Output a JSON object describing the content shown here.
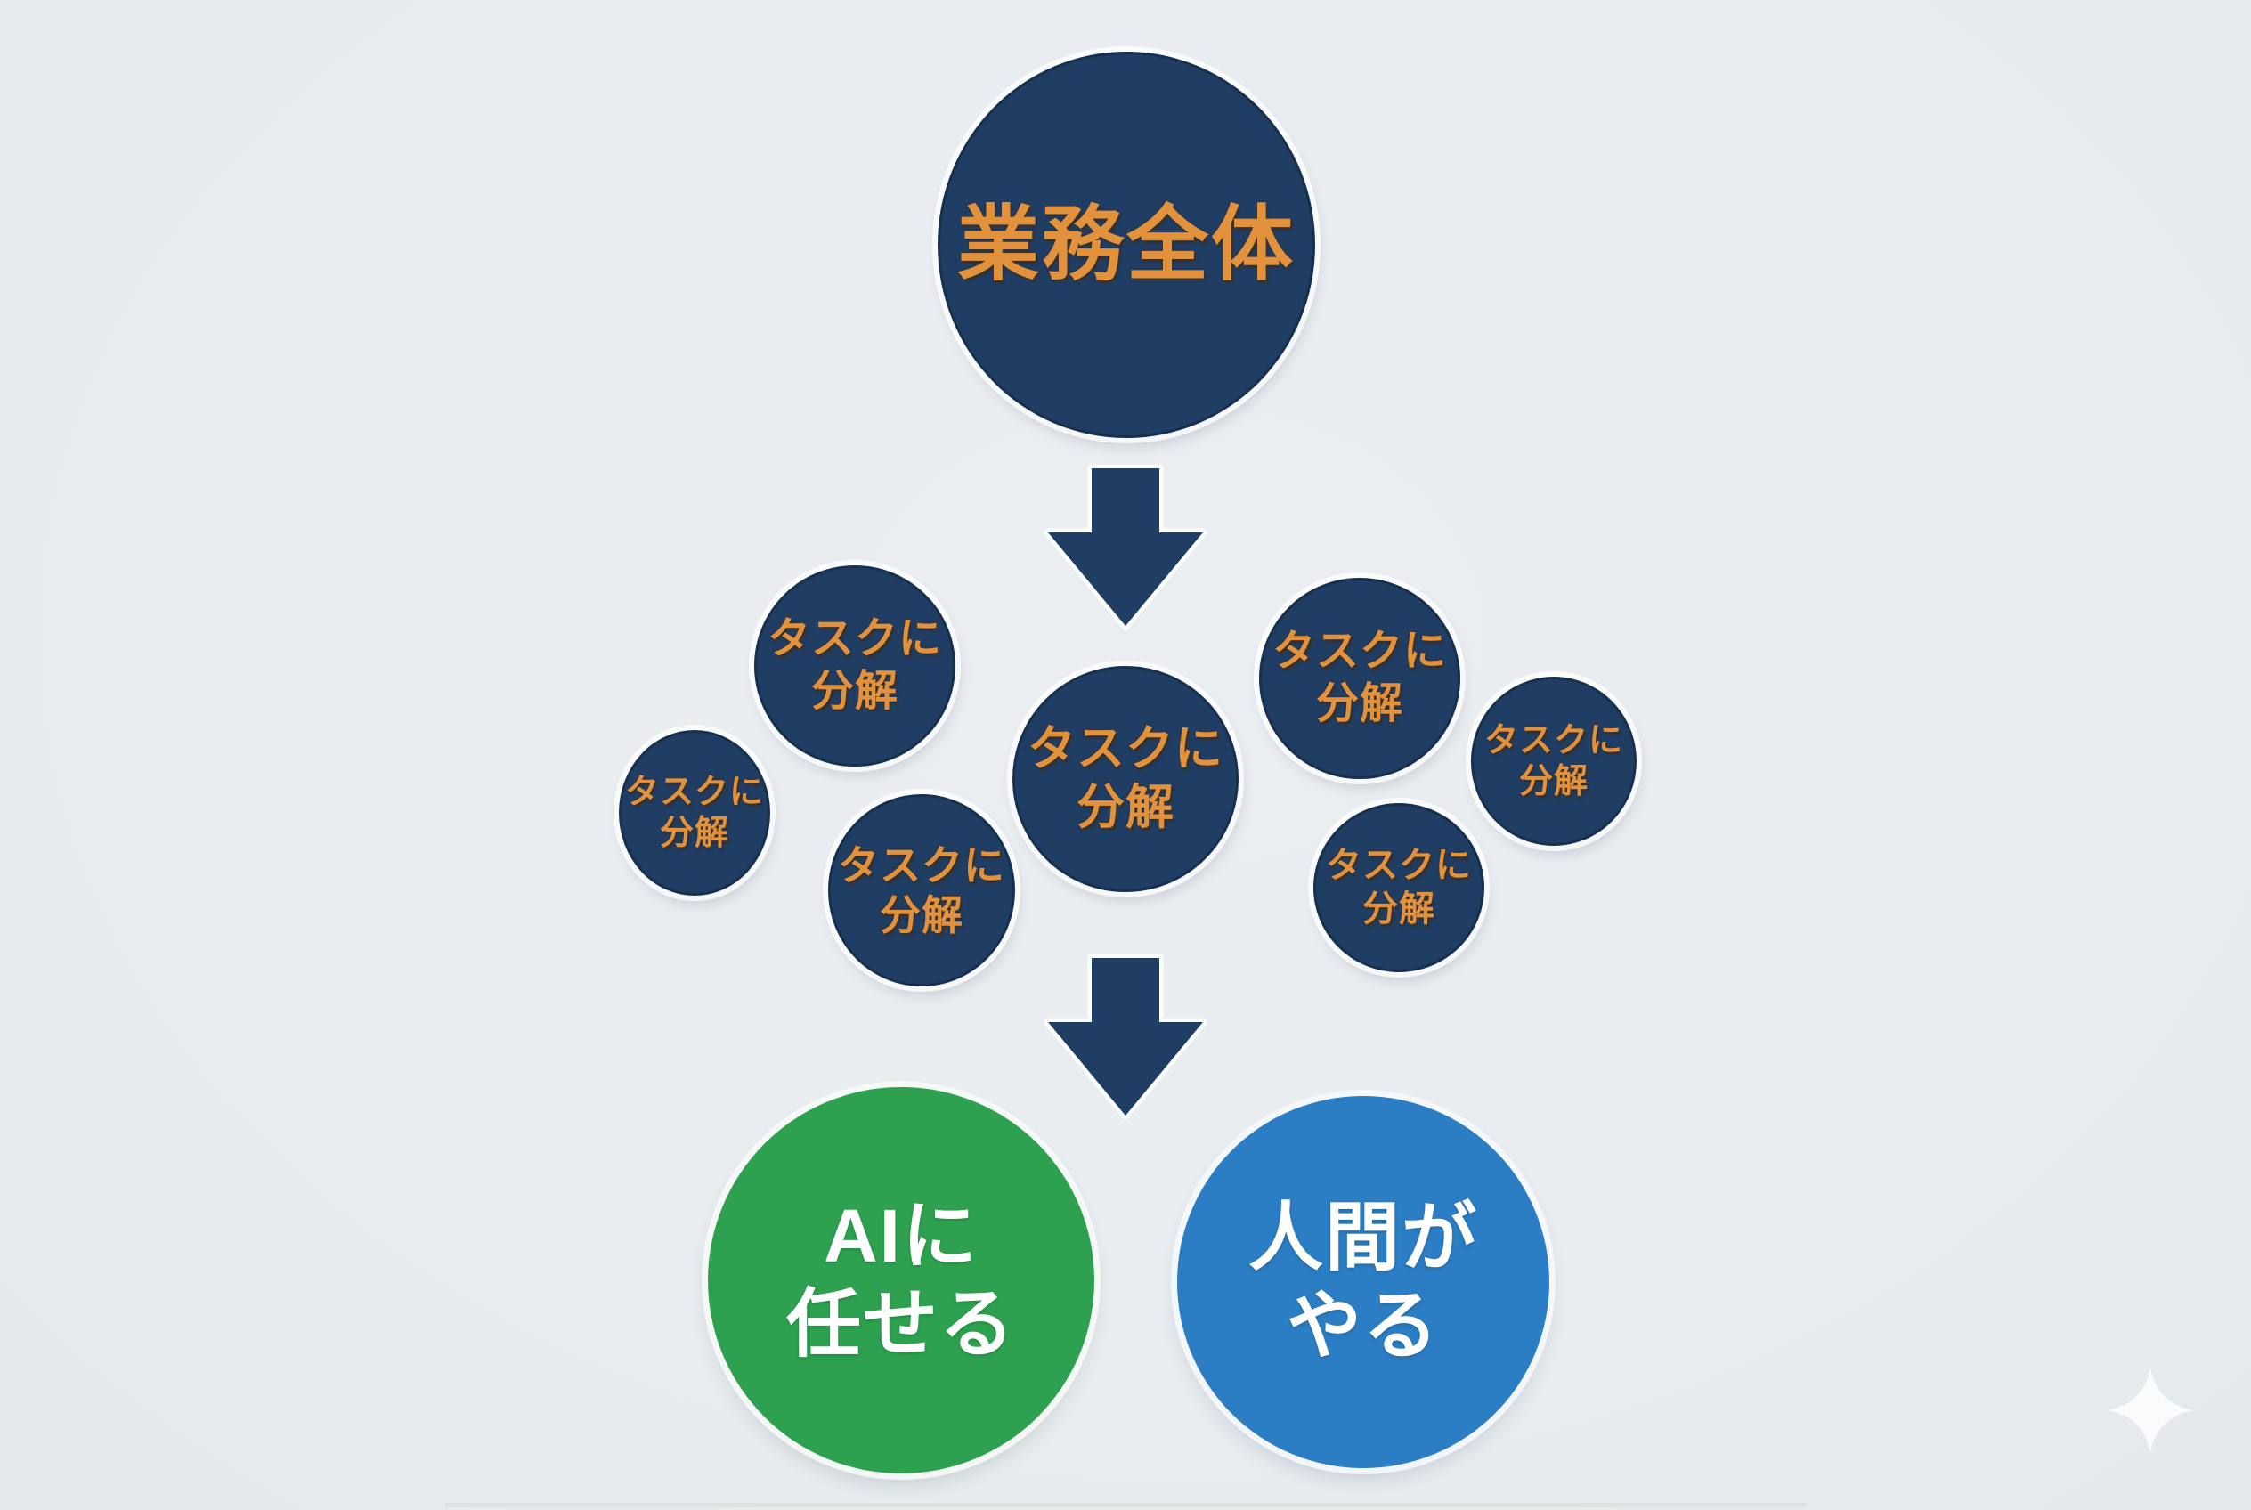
{
  "colors": {
    "background": "#ebeef1",
    "navy": "#203d63",
    "orange": "#e2913c",
    "green": "#2da14f",
    "blue": "#2b7dc4"
  },
  "nodes": {
    "whole": {
      "label": "業務全体"
    },
    "task": {
      "line1": "タスクに",
      "line2": "分解"
    },
    "ai": {
      "line1": "AIに",
      "line2": "任せる"
    },
    "human": {
      "line1": "人間が",
      "line2": "やる"
    }
  },
  "icons": {
    "down_arrow": "▼",
    "sparkle": "✦"
  }
}
